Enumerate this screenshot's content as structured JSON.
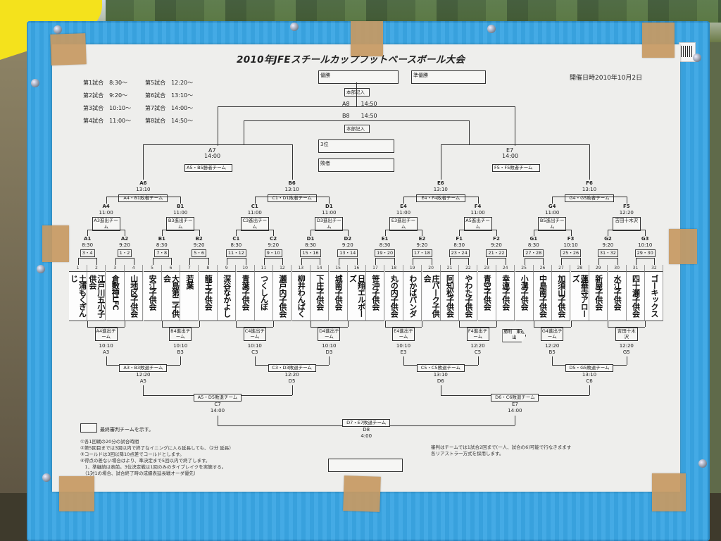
{
  "title": "2010年JFEスチールカップフットベースボール大会",
  "date": "開催日時2010年10月2日",
  "schedule": [
    "第1試合　8:30～",
    "第5試合　12:20～",
    "第2試合　9:20～",
    "第6試合　13:10～",
    "第3試合　10:10～",
    "第7試合　14:00～",
    "第4試合　11:00～",
    "第8試合　14:50～"
  ],
  "top": {
    "champion": "優勝",
    "runner_up": "準優勝",
    "hq1": "本部記入",
    "a8": "A8　　14:50",
    "b8": "B8　　14:50",
    "hq2": "本部記入",
    "third": "3位",
    "loser": "敗者"
  },
  "round7": {
    "a7_head": "A7",
    "a7_time": "14:00",
    "a7_label": "A5・B5勝者チーム",
    "e7_head": "E7",
    "e7_time": "14:00",
    "e7_label": "F5・F5敗者チーム"
  },
  "round6": [
    {
      "head": "A6",
      "time": "13:10",
      "label": "A4・B1敗者チーム"
    },
    {
      "head": "B6",
      "time": "13:10",
      "label": "C1・D1敗者チーム"
    },
    {
      "head": "E6",
      "time": "13:10",
      "label": "E4・F4敗者チーム"
    },
    {
      "head": "F6",
      "time": "13:10",
      "label": "G4・G5敗者チーム"
    }
  ],
  "round5": [
    {
      "head": "A4",
      "time": "11:00",
      "label": "A3進出チーム"
    },
    {
      "head": "B1",
      "time": "11:00",
      "label": "B3進出チーム"
    },
    {
      "head": "C1",
      "time": "11:00",
      "label": "C3進出チーム"
    },
    {
      "head": "D1",
      "time": "11:00",
      "label": "D3進出チーム"
    },
    {
      "head": "E4",
      "time": "11:00",
      "label": "E3進出チーム"
    },
    {
      "head": "F4",
      "time": "11:00",
      "label": "A5進出チーム"
    },
    {
      "head": "G4",
      "time": "11:00",
      "label": "B5進出チーム"
    },
    {
      "head": "F5",
      "time": "12:20",
      "label": "吉田十木沢"
    }
  ],
  "round1": [
    {
      "head": "A1",
      "time": "8:30",
      "score": "3・4"
    },
    {
      "head": "A2",
      "time": "9:20",
      "score": "1・2"
    },
    {
      "head": "B1",
      "time": "8:30",
      "score": "7・8"
    },
    {
      "head": "B2",
      "time": "9:20",
      "score": "5・6"
    },
    {
      "head": "C1",
      "time": "8:30",
      "score": "11・12"
    },
    {
      "head": "C2",
      "time": "9:20",
      "score": "9・10"
    },
    {
      "head": "D1",
      "time": "8:30",
      "score": "15・16"
    },
    {
      "head": "D2",
      "time": "9:20",
      "score": "13・14"
    },
    {
      "head": "E1",
      "time": "8:30",
      "score": "19・20"
    },
    {
      "head": "E2",
      "time": "9:20",
      "score": "17・18"
    },
    {
      "head": "F1",
      "time": "8:30",
      "score": "23・24"
    },
    {
      "head": "F2",
      "time": "9:20",
      "score": "21・22"
    },
    {
      "head": "G1",
      "time": "8:30",
      "score": "27・28"
    },
    {
      "head": "F3",
      "time": "10:10",
      "score": "25・26"
    },
    {
      "head": "G2",
      "time": "9:20",
      "score": "31・32"
    },
    {
      "head": "G3",
      "time": "10:10",
      "score": "29・30"
    }
  ],
  "teams": [
    {
      "n": "1",
      "name": "土浦もくぎんじ"
    },
    {
      "n": "2",
      "name": "江戸川五小子供会"
    },
    {
      "n": "3",
      "name": "倉敷神LFC"
    },
    {
      "n": "4",
      "name": "山地区子供会"
    },
    {
      "n": "5",
      "name": "安江子供会"
    },
    {
      "n": "6",
      "name": "大島第二子供会"
    },
    {
      "n": "7",
      "name": "若葉"
    },
    {
      "n": "8",
      "name": "龍王子供会"
    },
    {
      "n": "9",
      "name": "深谷なかよし"
    },
    {
      "n": "10",
      "name": "青葉子供会"
    },
    {
      "n": "11",
      "name": "つくしんぼ"
    },
    {
      "n": "12",
      "name": "瀬戸内子供会"
    },
    {
      "n": "13",
      "name": "柳井わんぱく"
    },
    {
      "n": "14",
      "name": "下庄子供会"
    },
    {
      "n": "15",
      "name": "城南子供会"
    },
    {
      "n": "16",
      "name": "日翔エルボーズ"
    },
    {
      "n": "17",
      "name": "笹沖子供会"
    },
    {
      "n": "18",
      "name": "丸の内子供会"
    },
    {
      "n": "19",
      "name": "わかばパンダ"
    },
    {
      "n": "20",
      "name": "庄パーク子供会"
    },
    {
      "n": "21",
      "name": "阿知松子供会"
    },
    {
      "n": "22",
      "name": "やわた子供会"
    },
    {
      "n": "23",
      "name": "青空子供会"
    },
    {
      "n": "24",
      "name": "幸連子供会"
    },
    {
      "n": "25",
      "name": "小溝子供会"
    },
    {
      "n": "26",
      "name": "中島南子供会"
    },
    {
      "n": "27",
      "name": "加須山子供会"
    },
    {
      "n": "28",
      "name": "蓮華寺アローズ"
    },
    {
      "n": "29",
      "name": "新屋子供会"
    },
    {
      "n": "30",
      "name": "水江子供会"
    },
    {
      "n": "31",
      "name": "四十瀬子供会"
    },
    {
      "n": "32",
      "name": "ゴーキックス"
    }
  ],
  "lower_r1": [
    {
      "label": "A4進出チーム",
      "time": "10:10",
      "head": "A3"
    },
    {
      "label": "B4進出チーム",
      "time": "10:10",
      "head": "B3"
    },
    {
      "label": "C4進出チーム",
      "time": "10:10",
      "head": "C3"
    },
    {
      "label": "D4進出チーム",
      "time": "10:10",
      "head": "D3"
    },
    {
      "label": "E4進出チーム",
      "time": "10:10",
      "head": "E3"
    },
    {
      "label": "F4進出チーム",
      "time": "12:20",
      "head": "C5"
    },
    {
      "label": "G4進出チーム",
      "time": "12:20",
      "head": "B5"
    },
    {
      "label": "吉田十木沢",
      "time": "12:20",
      "head": "G5"
    }
  ],
  "lower_bye": "勝利　東進出",
  "lower_r2": [
    {
      "label": "A3・B3敗退チーム",
      "time": "12:20",
      "head": "A5"
    },
    {
      "label": "C3・D3敗退チーム",
      "time": "12:20",
      "head": "D5"
    },
    {
      "label": "C5・C5敗退チーム",
      "time": "13:10",
      "head": "D6"
    },
    {
      "label": "D5・G5敗退チーム",
      "time": "13:10",
      "head": "C6"
    }
  ],
  "lower_r3": [
    {
      "label": "A5・D5敗退チーム",
      "head": "C7",
      "time": "14:00"
    },
    {
      "label": "D6・C6敗退チーム",
      "head": "E7",
      "time": "14:00"
    }
  ],
  "lower_final": {
    "label": "D7・E7敗退チーム",
    "head": "D8",
    "time": "4:00"
  },
  "legend": "最終審判チームを示す。",
  "notes_left": [
    "①各1回戦の20分の試合時間",
    "②第5回目までは3回以内で終了なイニングに入ら延長しても、（2分 延長）",
    "③コールドは3回以降10点差でコールドとします。",
    "④得点の差ない場合はより、準決定まで5回以内で終了します。",
    "　1、準継続は表前。3位決定戦は1回のみのタイブレイクを実施する。",
    "　（1対1の場合、試合終了時の成績表延長戦オーダ優先）"
  ],
  "notes_right": [
    "審判はチームでは1試合2回まで(一人、試合の6)可能で行なきまます",
    "各リアストラ一方式を採用します。"
  ]
}
